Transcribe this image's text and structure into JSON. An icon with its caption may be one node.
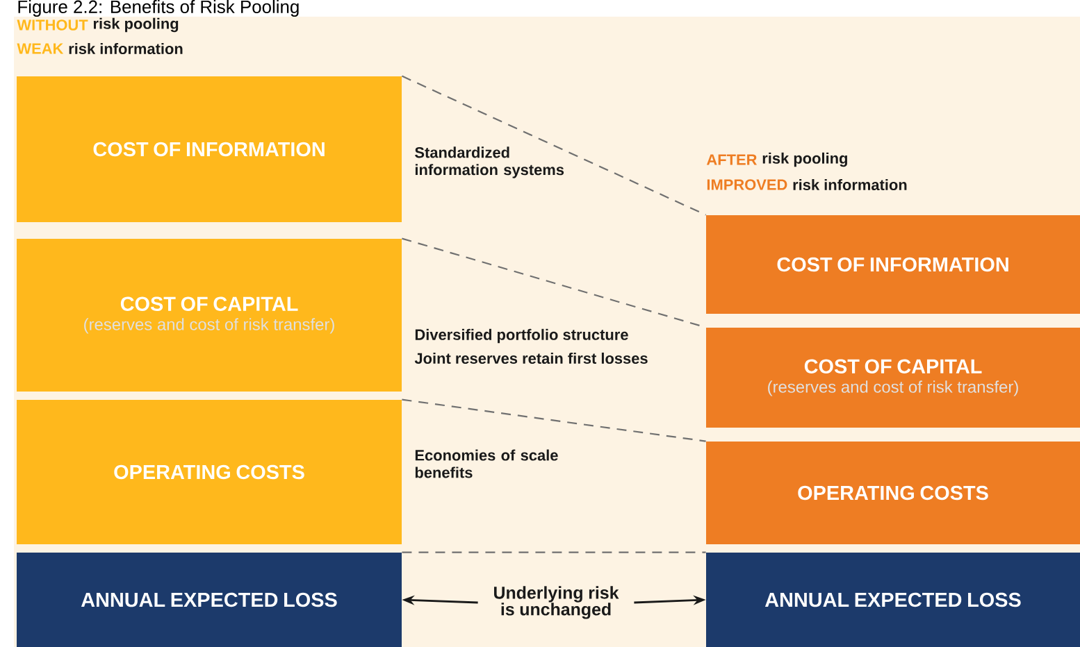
{
  "diagram": {
    "title": "Figure 2.2: Benefits of Risk Pooling",
    "nodes": [
      {
        "text": [
          "COST OF INFORMATION"
        ]
      },
      {
        "text": [
          "COST OF CAPITAL",
          "(reserves and cost of risk transfer)"
        ]
      },
      {
        "text": [
          "OPERATING COSTS"
        ]
      },
      {
        "text": [
          "ANNUAL EXPECTED LOSS"
        ]
      },
      {
        "text": [
          "COST OF INFORMATION"
        ]
      },
      {
        "text": [
          "COST OF CAPITAL",
          "(reserves and cost of risk transfer)"
        ]
      },
      {
        "text": [
          "OPERATING COSTS"
        ]
      },
      {
        "text": [
          "ANNUAL EXPECTED LOSS"
        ]
      },
      {
        "text": [
          "Underlying risk is unchanged"
        ]
      }
    ],
    "edges": [
      {
        "from": 0,
        "to": 4,
        "arrow": "none",
        "style": "dashed"
      },
      {
        "from": 1,
        "to": 5,
        "arrow": "none",
        "style": "dashed"
      },
      {
        "from": 2,
        "to": 6,
        "arrow": "none",
        "style": "dashed"
      },
      {
        "from": 3,
        "to": 7,
        "arrow": "none",
        "style": "dashed"
      },
      {
        "from": 8,
        "to": 3,
        "arrow": "to"
      },
      {
        "from": 8,
        "to": 7,
        "arrow": "to"
      }
    ],
    "labels": [
      "WITHOUT",
      "risk pooling",
      "WEAK",
      "risk information",
      "Standardized information systems",
      "AFTER",
      "risk pooling",
      "IMPROVED",
      "risk information",
      "Diversified portfolio structure",
      "Joint reserves retain first losses",
      "Economies of scale benefits"
    ]
  }
}
